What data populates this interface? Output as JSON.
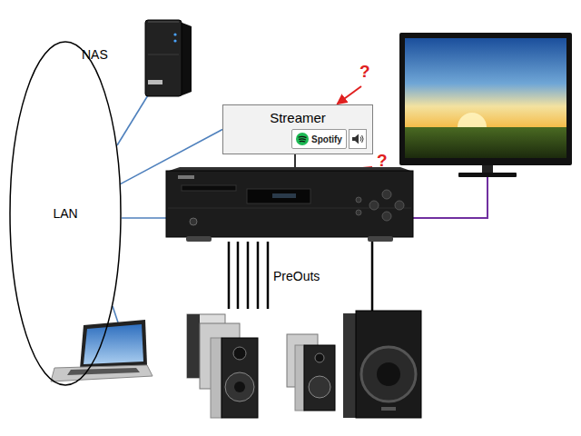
{
  "diagram": {
    "nodes": [
      {
        "text": [
          "LAN"
        ]
      },
      {
        "text": [
          "Streamer"
        ]
      },
      {
        "text": [
          "Spotify"
        ],
        "in": 1
      }
    ],
    "edges": [
      {
        "from": 0,
        "to": 1,
        "arrow": "none"
      }
    ],
    "labels": [
      "NAS",
      "?",
      "?",
      "PreOuts"
    ]
  }
}
